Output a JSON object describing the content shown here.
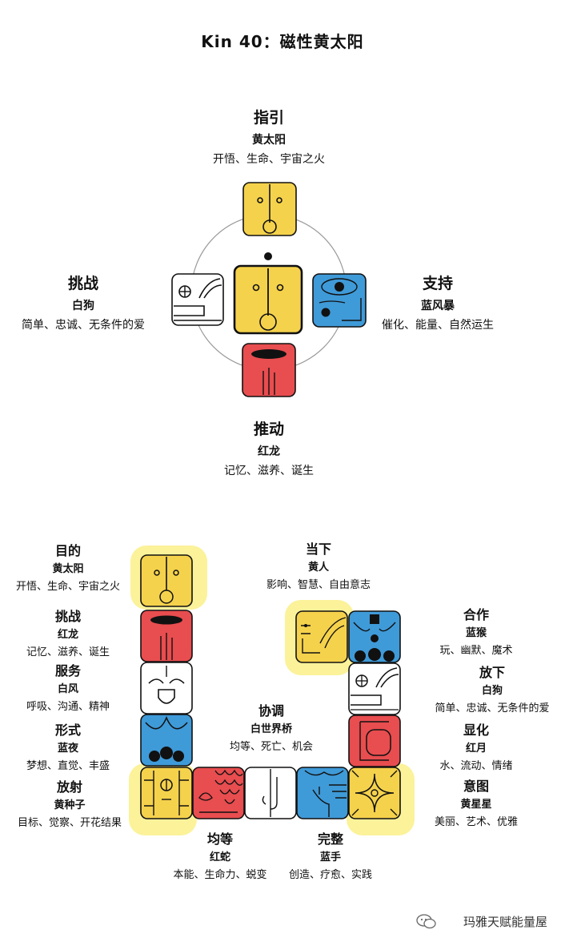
{
  "title": "Kin 40：磁性黄太阳",
  "oracle": {
    "guide": {
      "heading": "指引",
      "seal": "黄太阳",
      "keywords": "开悟、生命、宇宙之火"
    },
    "challenge": {
      "heading": "挑战",
      "seal": "白狗",
      "keywords": "简单、忠诚、无条件的爱"
    },
    "support": {
      "heading": "支持",
      "seal": "蓝风暴",
      "keywords": "催化、能量、自然运生"
    },
    "drive": {
      "heading": "推动",
      "seal": "红龙",
      "keywords": "记忆、滋养、诞生"
    }
  },
  "wavespell": {
    "purpose": {
      "heading": "目的",
      "seal": "黄太阳",
      "keywords": "开悟、生命、宇宙之火"
    },
    "challenge": {
      "heading": "挑战",
      "seal": "红龙",
      "keywords": "记忆、滋养、诞生"
    },
    "service": {
      "heading": "服务",
      "seal": "白风",
      "keywords": "呼吸、沟通、精神"
    },
    "form": {
      "heading": "形式",
      "seal": "蓝夜",
      "keywords": "梦想、直觉、丰盛"
    },
    "radiance": {
      "heading": "放射",
      "seal": "黄种子",
      "keywords": "目标、觉察、开花结果"
    },
    "present": {
      "heading": "当下",
      "seal": "黄人",
      "keywords": "影响、智慧、自由意志"
    },
    "cooperation": {
      "heading": "合作",
      "seal": "蓝猴",
      "keywords": "玩、幽默、魔术"
    },
    "release": {
      "heading": "放下",
      "seal": "白狗",
      "keywords": "简单、忠诚、无条件的爱"
    },
    "manifest": {
      "heading": "显化",
      "seal": "红月",
      "keywords": "水、流动、情绪"
    },
    "intention": {
      "heading": "意图",
      "seal": "黄星星",
      "keywords": "美丽、艺术、优雅"
    },
    "coordination": {
      "heading": "协调",
      "seal": "白世界桥",
      "keywords": "均等、死亡、机会"
    },
    "equality": {
      "heading": "均等",
      "seal": "红蛇",
      "keywords": "本能、生命力、蜕变"
    },
    "completion": {
      "heading": "完整",
      "seal": "蓝手",
      "keywords": "创造、疗愈、实践"
    }
  },
  "watermark": "玛雅天赋能量屋",
  "colors": {
    "yellow": "#f5d24c",
    "red": "#e84d4f",
    "blue": "#3f9ad8",
    "white": "#ffffff",
    "highlight": "#fbf29a",
    "line": "#111111"
  },
  "icons": [
    "yellow-sun-glyph",
    "white-dog-glyph",
    "blue-storm-glyph",
    "red-dragon-glyph",
    "white-wind-glyph",
    "blue-night-glyph",
    "yellow-seed-glyph",
    "red-serpent-glyph",
    "white-worldbridger-glyph",
    "blue-hand-glyph",
    "yellow-star-glyph",
    "red-moon-glyph",
    "blue-monkey-glyph",
    "yellow-human-glyph",
    "wechat-icon"
  ]
}
